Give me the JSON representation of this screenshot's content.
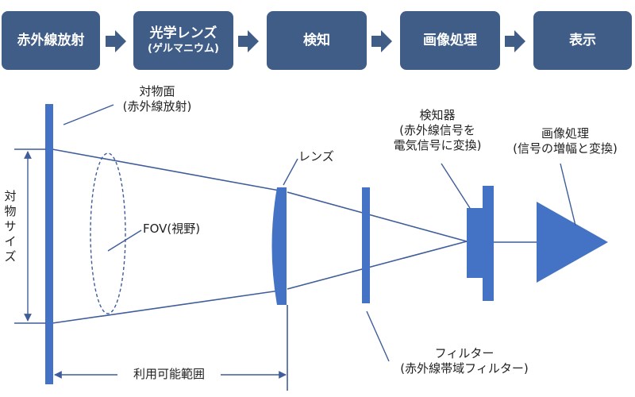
{
  "flow": {
    "step1": "赤外線放射",
    "step2_line1": "光学レンズ",
    "step2_line2": "(ゲルマニウム)",
    "step3": "検知",
    "step4": "画像処理",
    "step5": "表示"
  },
  "labels": {
    "object_line1": "対物面",
    "object_line2": "(赤外線放射)",
    "fov": "FOV(視野)",
    "lens": "レンズ",
    "detector_line1": "検知器",
    "detector_line2": "(赤外線信号を",
    "detector_line3": "電気信号に変換)",
    "processing_line1": "画像処理",
    "processing_line2": "(信号の増幅と変換)",
    "filter_line1": "フィルター",
    "filter_line2": "(赤外線帯域フィルター)",
    "object_size": "対物サイズ",
    "usable_range": "利用可能範囲"
  },
  "colors": {
    "flow_box": "#3f5d87",
    "element": "#4472c4",
    "line": "#3f5d9a"
  }
}
